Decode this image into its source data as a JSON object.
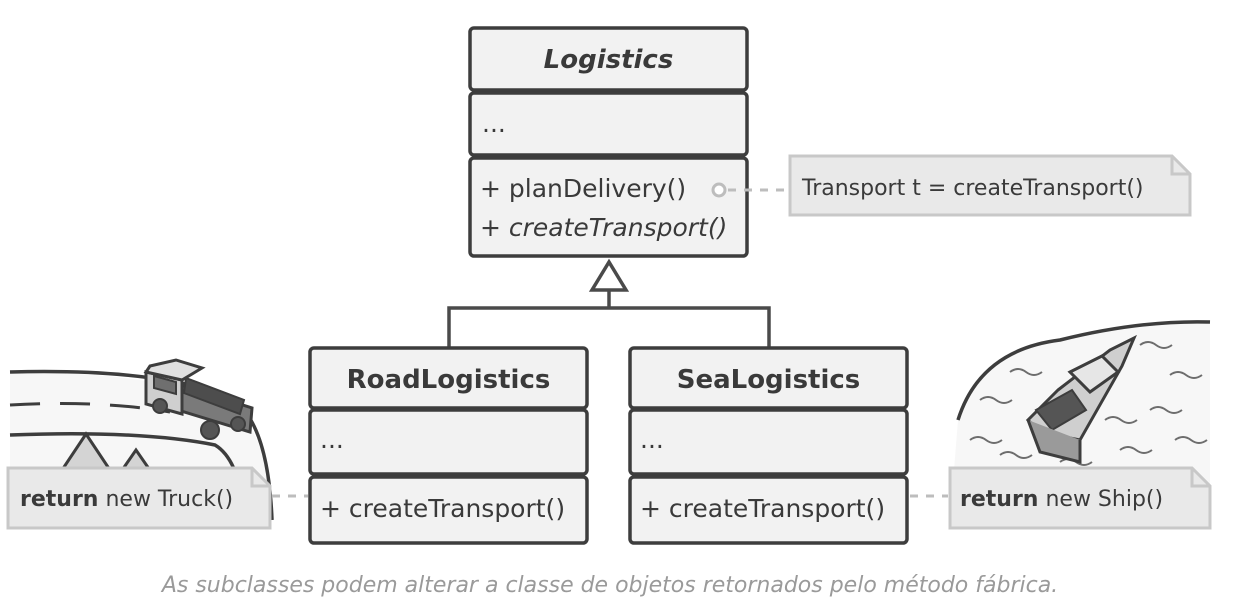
{
  "logistics": {
    "title": "Logistics",
    "fields": "...",
    "method1": "+ planDelivery()",
    "method2": "+ createTransport()"
  },
  "note_top": {
    "text": "Transport t = createTransport()"
  },
  "road": {
    "title": "RoadLogistics",
    "fields": "...",
    "method": "+ createTransport()"
  },
  "sea": {
    "title": "SeaLogistics",
    "fields": "...",
    "method": "+ createTransport()"
  },
  "note_road": {
    "keyword": "return",
    "rest": " new Truck()"
  },
  "note_sea": {
    "keyword": "return",
    "rest": " new Ship()"
  },
  "caption": "As subclasses podem alterar a classe de objetos retornados pelo método fábrica."
}
